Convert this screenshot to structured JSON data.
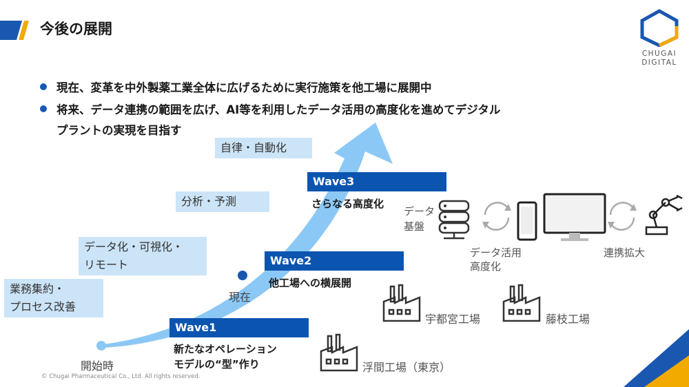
{
  "header": {
    "title": "今後の展開",
    "logo_line1": "CHUGAI",
    "logo_line2": "DIGITAL"
  },
  "bullets": [
    "現在、変革を中外製薬工業全体に広げるために実行施策を他工場に展開中",
    "将来、データ連携の範囲を広げ、AI等を利用したデータ活用の高度化を進めてデジタル",
    "プラントの実現を目指す"
  ],
  "stages": [
    {
      "line1": "業務集約・",
      "line2": "プロセス改善"
    },
    {
      "line1": "データ化・可視化・",
      "line2": "リモート"
    },
    {
      "line1": "分析・予測"
    },
    {
      "line1": "自律・自動化"
    }
  ],
  "markers": {
    "start": "開始時",
    "now": "現在"
  },
  "waves": [
    {
      "label": "Wave1",
      "line1": "新たなオペレーション",
      "line2": "モデルの“型”作り"
    },
    {
      "label": "Wave2",
      "line1": "他工場への横展開"
    },
    {
      "label": "Wave3",
      "line1": "さらなる高度化"
    }
  ],
  "plants": {
    "plant1": "浮間工場（東京）",
    "plant2": "宇都宮工場",
    "plant3": "藤枝工場"
  },
  "right_labels": {
    "data_line1": "データ",
    "data_line2": "基盤",
    "util_line1": "データ活用",
    "util_line2": "高度化",
    "expand": "連携拡大"
  },
  "footer": {
    "copyright": "© Chugai Pharmaceutical Co., Ltd. All rights reserved."
  },
  "colors": {
    "primary": "#0b55b0",
    "accent": "#f2a900",
    "light_blue": "#cce4f7",
    "arrow": "#8cc8f5"
  }
}
